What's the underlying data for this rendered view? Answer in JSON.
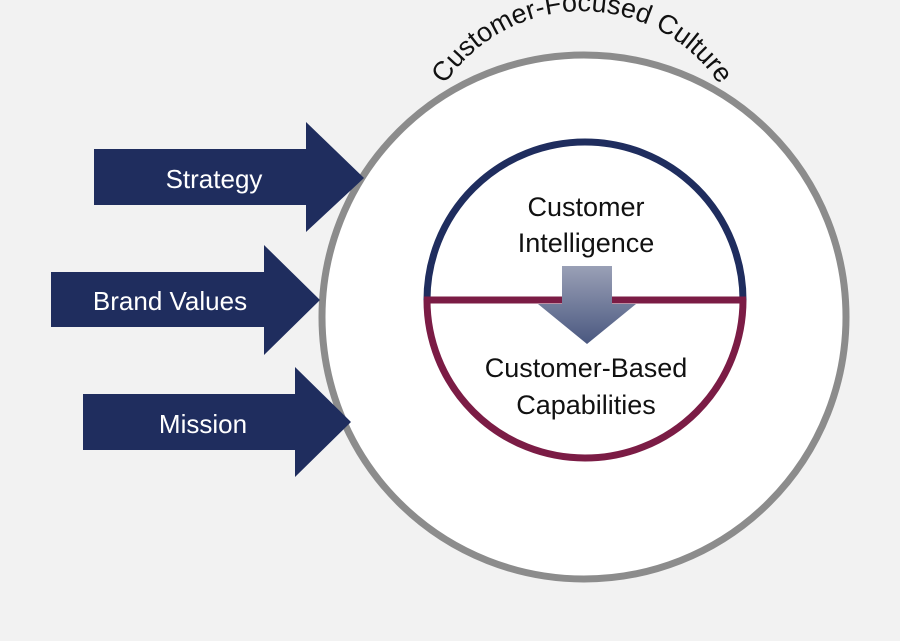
{
  "colors": {
    "background": "#f2f2f2",
    "outer_ring": "#8c8c8c",
    "arrow_fill": "#1f2d5e",
    "upper_arc": "#1f2d5e",
    "lower_arc": "#7b1c45",
    "divider": "#7b1c45",
    "down_arrow_top": "#9aa0b6",
    "down_arrow_bottom": "#4a5880"
  },
  "inputs": [
    {
      "label": "Strategy"
    },
    {
      "label": "Brand Values"
    },
    {
      "label": "Mission"
    }
  ],
  "outer": {
    "label": "Customer-Focused Culture"
  },
  "inner": {
    "top_line1": "Customer",
    "top_line2": "Intelligence",
    "bottom_line1": "Customer-Based",
    "bottom_line2": "Capabilities"
  },
  "icons": {
    "flow_arrow": "down-arrow-icon"
  }
}
